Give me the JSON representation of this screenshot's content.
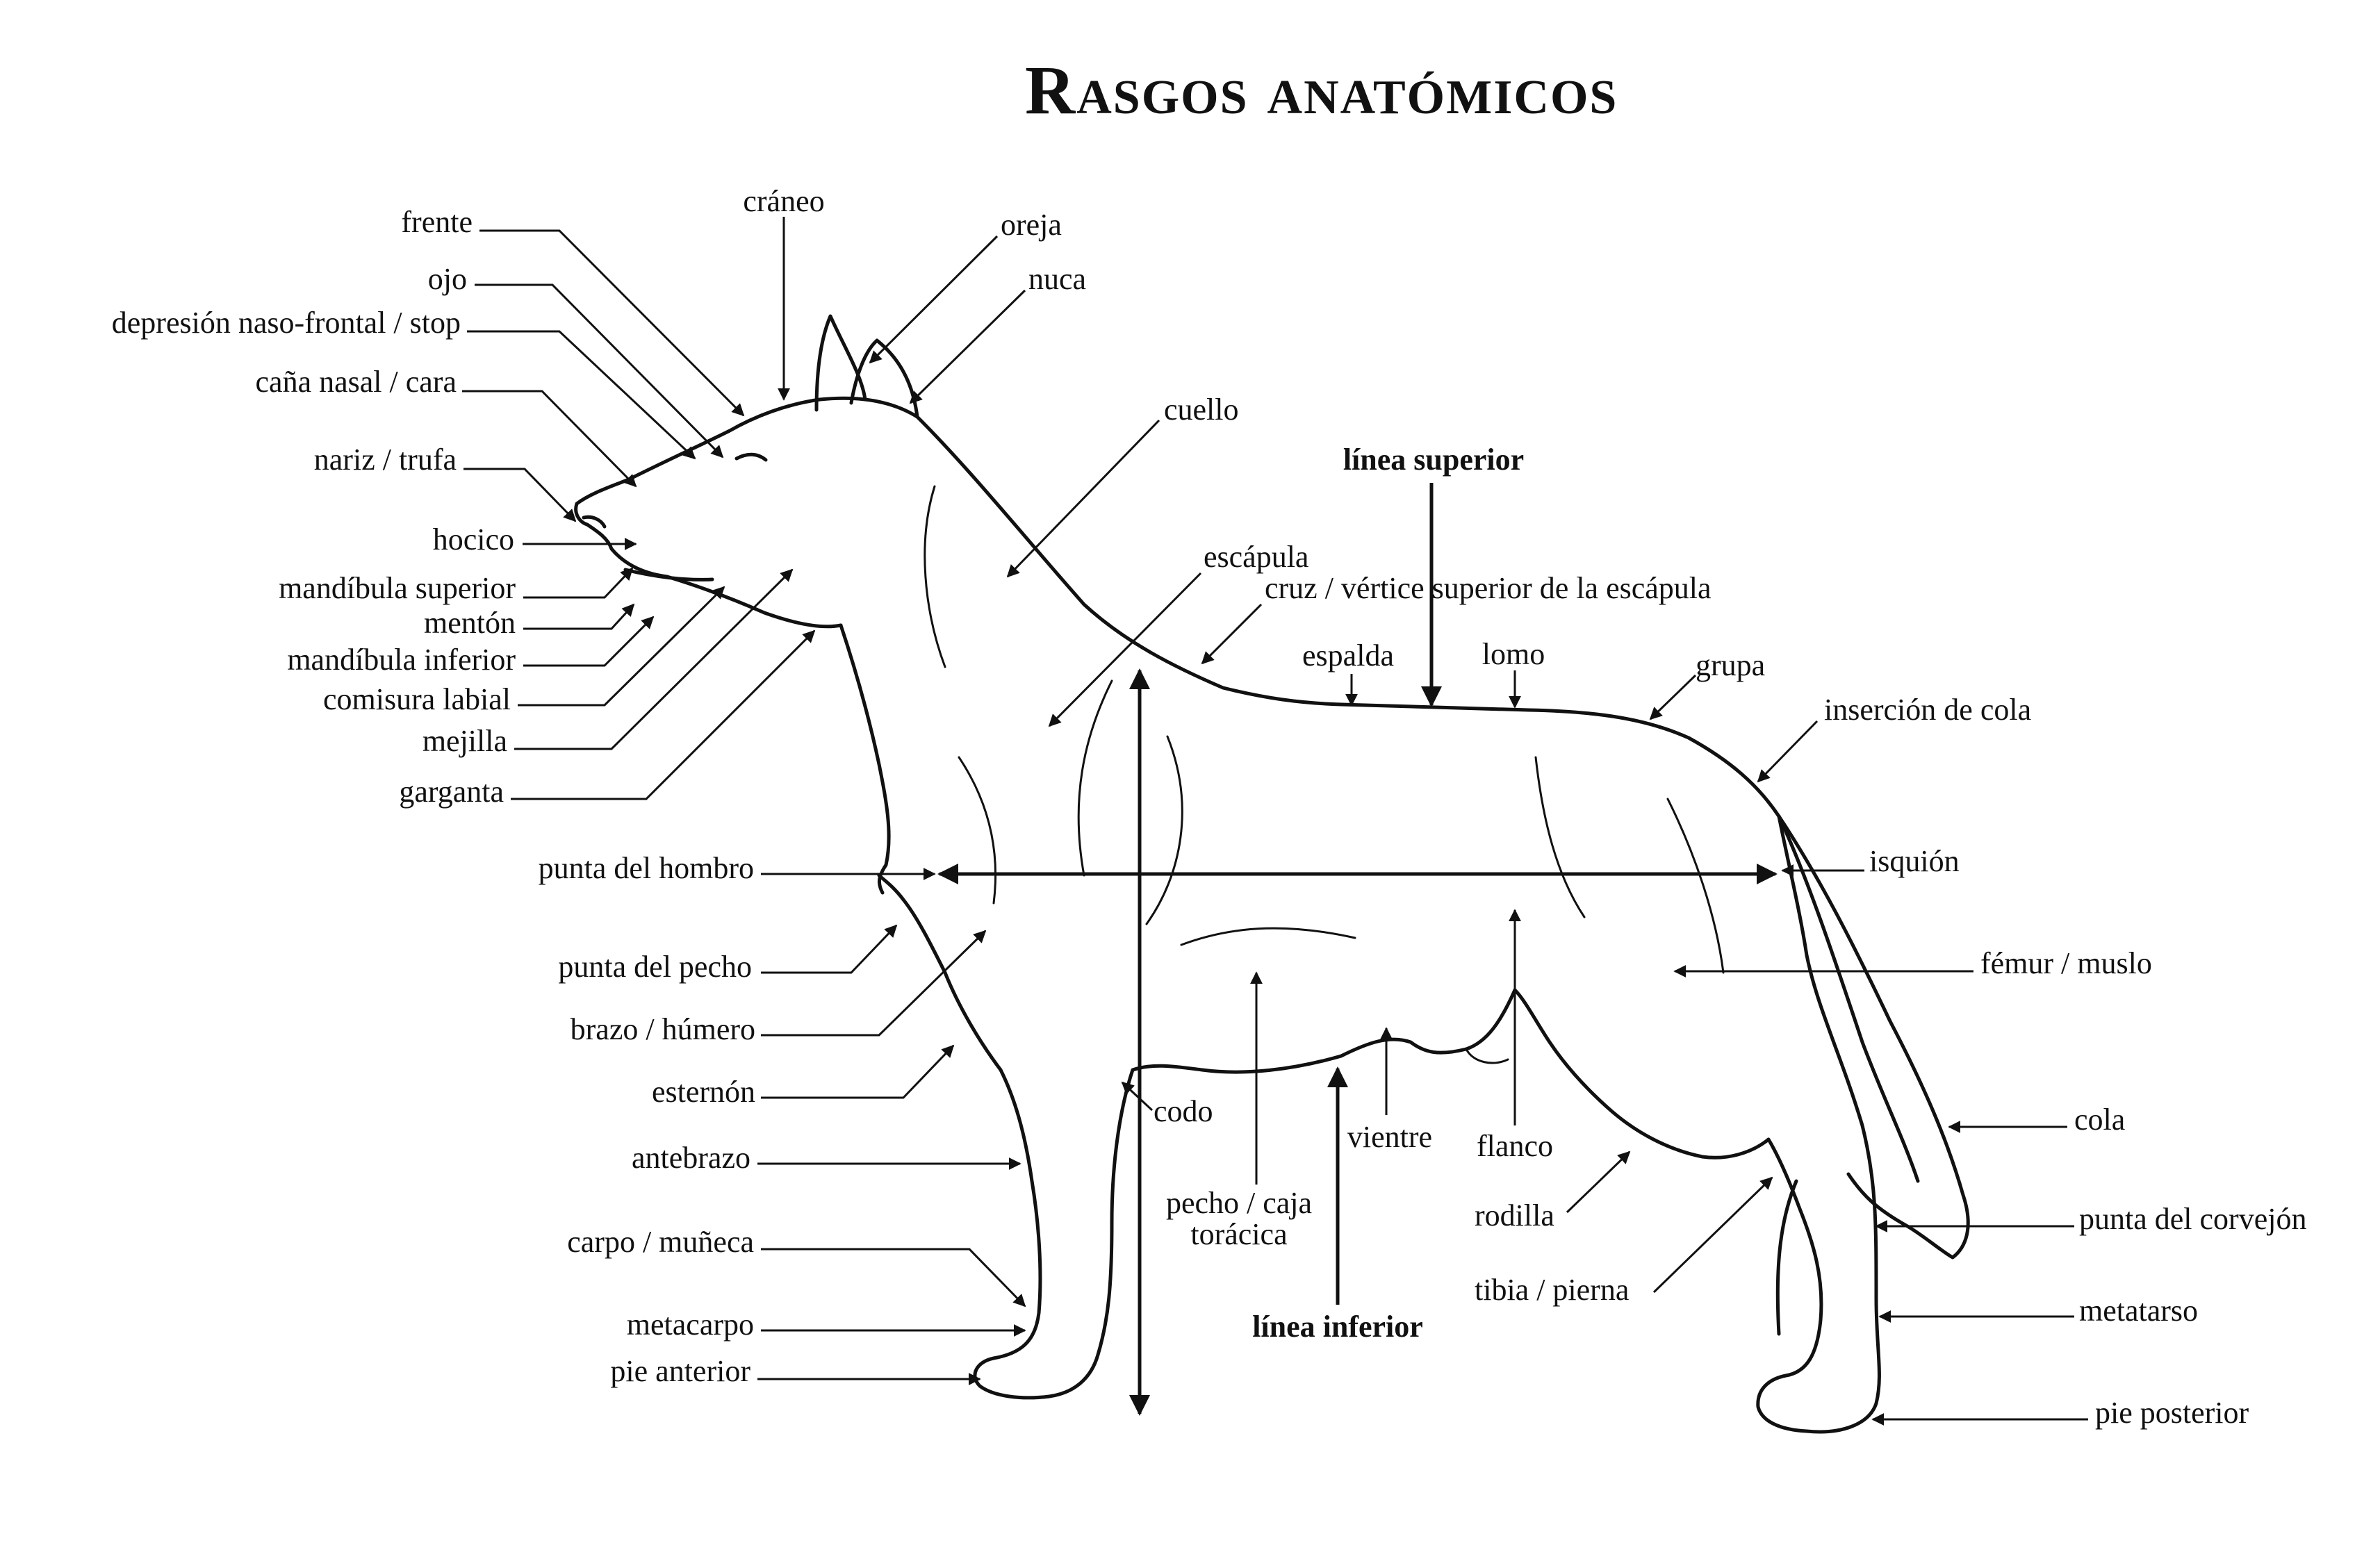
{
  "title": "Rasgos anatómicos",
  "labels": {
    "frente": "frente",
    "ojo": "ojo",
    "stop": "depresión naso-frontal / stop",
    "cana_nasal": "caña nasal / cara",
    "nariz": "nariz / trufa",
    "hocico": "hocico",
    "mandibula_superior": "mandíbula superior",
    "menton": "mentón",
    "mandibula_inferior": "mandíbula inferior",
    "comisura": "comisura labial",
    "mejilla": "mejilla",
    "garganta": "garganta",
    "craneo": "cráneo",
    "oreja": "oreja",
    "nuca": "nuca",
    "cuello": "cuello",
    "linea_superior": "línea superior",
    "escapula": "escápula",
    "cruz": "cruz / vértice superior de la escápula",
    "espalda": "espalda",
    "lomo": "lomo",
    "grupa": "grupa",
    "insercion_cola": "inserción de cola",
    "isquion": "isquión",
    "femur": "fémur / muslo",
    "cola": "cola",
    "punta_corvejon": "punta del corvejón",
    "metatarso": "metatarso",
    "pie_posterior": "pie posterior",
    "punta_hombro": "punta del hombro",
    "punta_pecho": "punta del pecho",
    "brazo": "brazo / húmero",
    "esternon": "esternón",
    "antebrazo": "antebrazo",
    "carpo": "carpo / muñeca",
    "metacarpo": "metacarpo",
    "pie_anterior": "pie anterior",
    "codo": "codo",
    "pecho_line1": "pecho / caja",
    "pecho_line2": "torácica",
    "vientre": "vientre",
    "flanco": "flanco",
    "rodilla": "rodilla",
    "tibia": "tibia / pierna",
    "linea_inferior": "línea inferior"
  }
}
